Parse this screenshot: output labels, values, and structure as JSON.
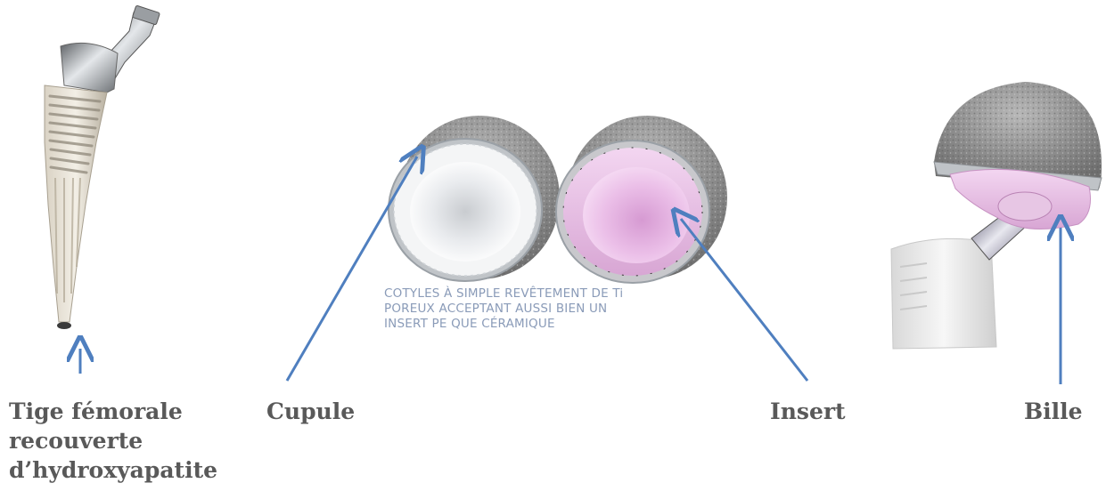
{
  "labels": {
    "stem": [
      "Tige fémorale",
      "recouverte",
      "d’hydroxyapatite"
    ],
    "cup": "Cupule",
    "insert": "Insert",
    "ball": "Bille"
  },
  "caption": [
    "COTYLES À SIMPLE REVÊTEMENT DE Ti",
    "POREUX ACCEPTANT AUSSI BIEN UN",
    "INSERT PE QUE CÉRAMIQUE"
  ],
  "colors": {
    "arrow": "#4f7fbf",
    "label_text": "#595959",
    "caption_text": "#8a9bb8",
    "ceramic_pink": "#e8b8e4",
    "porous_grey": "#8f8f8f"
  }
}
